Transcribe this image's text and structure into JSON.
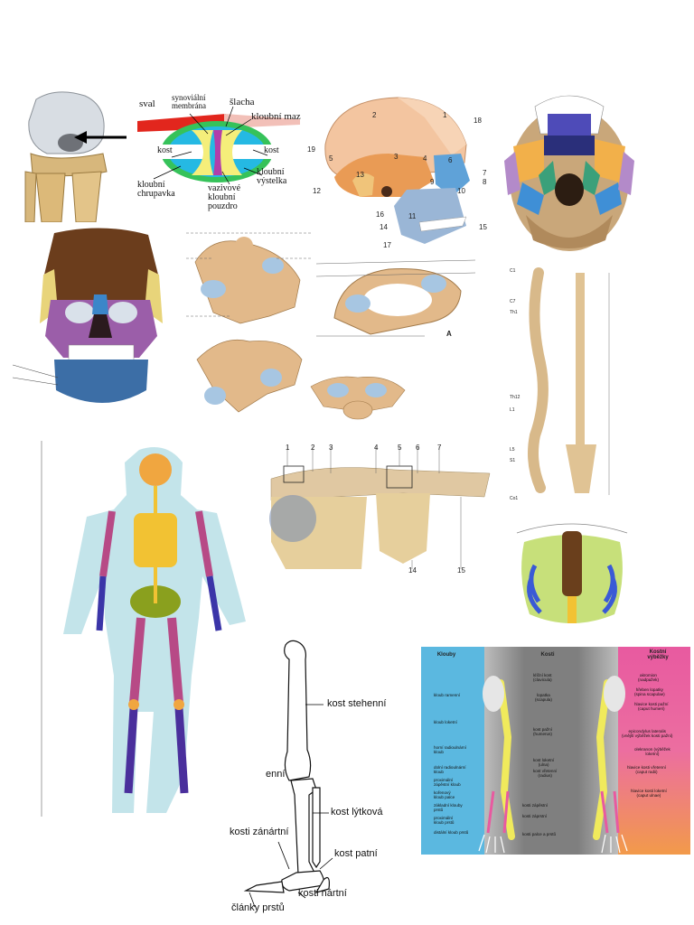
{
  "synovial_joint": {
    "labels": {
      "sval": "sval",
      "membrana": "synoviální\nmembrána",
      "slacha": "šlacha",
      "maz": "kloubní maz",
      "kost_left": "kost",
      "kost_right": "kost",
      "chrupavka": "kloubní\nchrupavka",
      "pouzdro": "vazivové\nkloubní\npouzdro",
      "vystelka": "kloubní\nvýstelka"
    }
  },
  "skull_lateral": {
    "numbers": [
      "1",
      "2",
      "3",
      "4",
      "5",
      "6",
      "7",
      "8",
      "9",
      "10",
      "11",
      "12",
      "13",
      "14",
      "15",
      "16",
      "17",
      "18",
      "19"
    ]
  },
  "atlas_vertebra": {
    "marker": "A"
  },
  "leg": {
    "labels": {
      "stehenni": "kost stehenní",
      "enni": "enní",
      "lytkova": "kost lýtková",
      "zanartni": "kosti zánártní",
      "patni": "kost patní",
      "nartni": "kosti nártní",
      "prstu": "články prstů"
    }
  },
  "shoulder_girdle": {
    "numbers": [
      "1",
      "2",
      "3",
      "4",
      "5",
      "6",
      "7",
      "14",
      "15"
    ]
  },
  "arm_table": {
    "headers": {
      "klouby": "Klouby",
      "kosti": "Kosti",
      "vybezky": "Kostní\nvýběžky"
    },
    "joints": [
      "kloub ramenní",
      "kloub loketní",
      "horní radioulnární\nkloub",
      "dolní radioulnární\nkloub",
      "proximální\nzápěstní kloub",
      "kořenový\nkloub palce",
      "základní klouby\nprstů",
      "proximální\nkloub prstů",
      "distální kloub prstů"
    ],
    "bones": [
      "klíční kost\n(clavicula)",
      "lopatka\n(scapula)",
      "kost pažní\n(humerus)",
      "kost loketní\n(ulna)",
      "kost vřetenní\n(radius)",
      "kosti zápěstní",
      "kosti záprstní",
      "kosti palce a prstů"
    ],
    "processes": [
      "akromion\n(nadpažek)",
      "hřeben lopatky\n(spina scapulae)",
      "hlavice kosti pažní\n(caput humeri)",
      "epicondylus lateralis\n(vnější výběžek kosti pažní)",
      "olekranon (výběžek\nloketní)",
      "hlavice kosti vřetenní\n(caput radii)",
      "hlavice kosti loketní\n(caput ulnae)"
    ],
    "colors": {
      "left": "#5bb8e0",
      "middle": "#8a8a8a",
      "right_top": "#e85aa0",
      "right_bottom": "#f29a4a"
    }
  },
  "spine": {
    "labels": [
      "C1",
      "C7",
      "Th1",
      "Th12",
      "L1",
      "L5",
      "S1",
      "Co1"
    ]
  }
}
